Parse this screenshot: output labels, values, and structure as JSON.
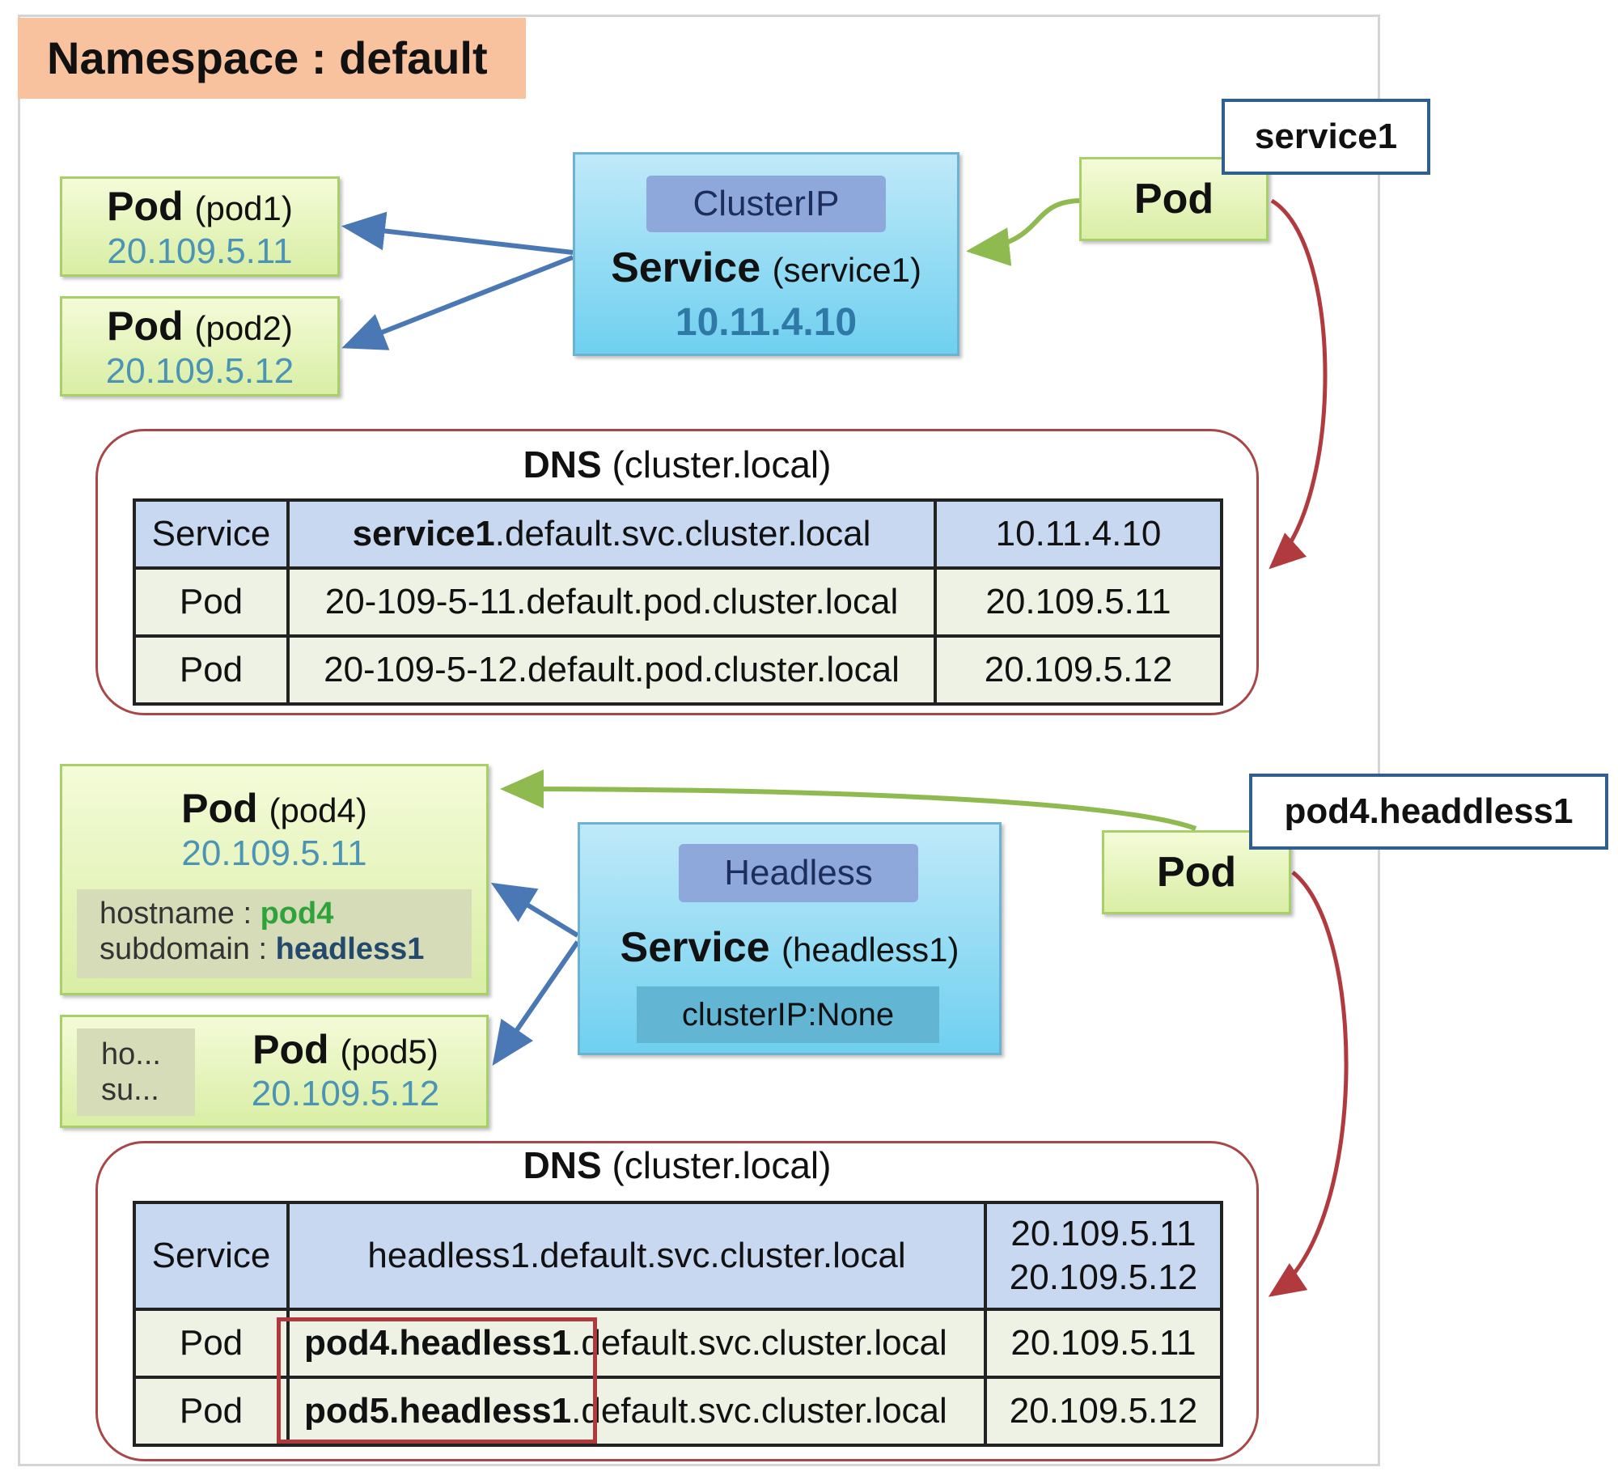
{
  "namespace_label": "Namespace : default",
  "top": {
    "service": {
      "chip": "ClusterIP",
      "title": "Service",
      "name": "(service1)",
      "ip": "10.11.4.10"
    },
    "pods": [
      {
        "title": "Pod",
        "name": "(pod1)",
        "ip": "20.109.5.11"
      },
      {
        "title": "Pod",
        "name": "(pod2)",
        "ip": "20.109.5.12"
      }
    ],
    "client_pod": "Pod",
    "client_tag": "service1",
    "dns": {
      "title": "DNS",
      "domain": "(cluster.local)",
      "rows": [
        {
          "type": "Service",
          "name_bold": "service1",
          "name_rest": ".default.svc.cluster.local",
          "ip": "10.11.4.10"
        },
        {
          "type": "Pod",
          "name": "20-109-5-11.default.pod.cluster.local",
          "ip": "20.109.5.11"
        },
        {
          "type": "Pod",
          "name": "20-109-5-12.default.pod.cluster.local",
          "ip": "20.109.5.12"
        }
      ]
    }
  },
  "bottom": {
    "service": {
      "chip": "Headless",
      "title": "Service",
      "name": "(headless1)",
      "cluster_ip": "clusterIP:None"
    },
    "pod4": {
      "title": "Pod",
      "name": "(pod4)",
      "ip": "20.109.5.11",
      "hostname_label": "hostname :",
      "hostname_value": "pod4",
      "subdomain_label": "subdomain :",
      "subdomain_value": "headless1"
    },
    "pod5": {
      "title": "Pod",
      "name": "(pod5)",
      "ip": "20.109.5.12",
      "hostname_short": "ho...",
      "subdomain_short": "su..."
    },
    "client_pod": "Pod",
    "client_tag": "pod4.headdless1",
    "dns": {
      "title": "DNS",
      "domain": "(cluster.local)",
      "rows": [
        {
          "type": "Service",
          "name": "headless1.default.svc.cluster.local",
          "ip1": "20.109.5.11",
          "ip2": "20.109.5.12"
        },
        {
          "type": "Pod",
          "name_bold": "pod4.headless1",
          "name_rest": ".default.svc.cluster.local",
          "ip": "20.109.5.11"
        },
        {
          "type": "Pod",
          "name_bold": "pod5.headless1",
          "name_rest": ".default.svc.cluster.local",
          "ip": "20.109.5.12"
        }
      ]
    }
  },
  "colors": {
    "namespace_bg": "#f9c29e",
    "pod_green": "#d9eea5",
    "service_blue": "#6fd0f0",
    "arrow_blue": "#4a78b5",
    "arrow_green": "#8fba4f",
    "arrow_red": "#b03a3e"
  }
}
